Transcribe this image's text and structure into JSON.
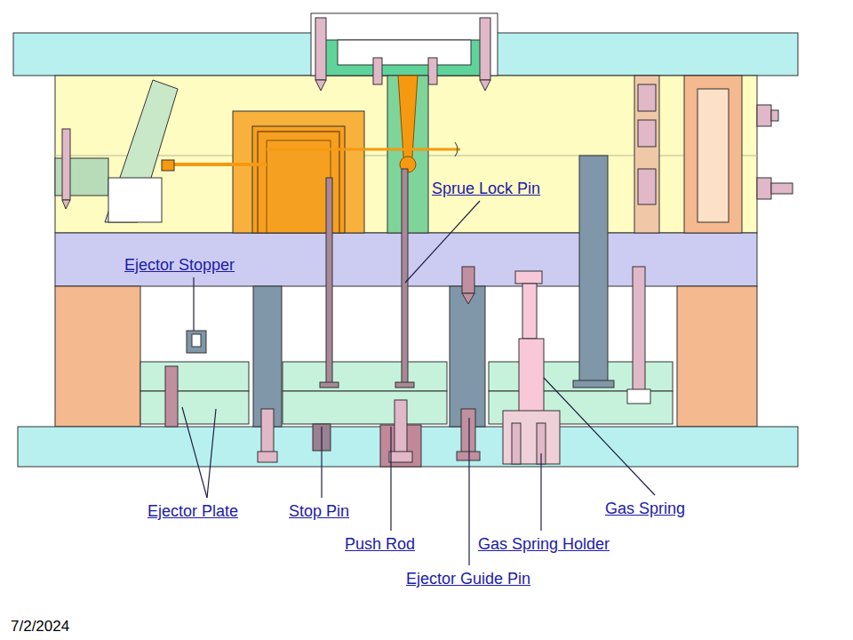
{
  "diagram": {
    "labels": [
      "Sprue Lock Pin",
      "Ejector Stopper",
      "Ejector Plate",
      "Stop Pin",
      "Push Rod",
      "Ejector Guide Pin",
      "Gas Spring Holder",
      "Gas Spring",
      "7/2/2024"
    ]
  }
}
